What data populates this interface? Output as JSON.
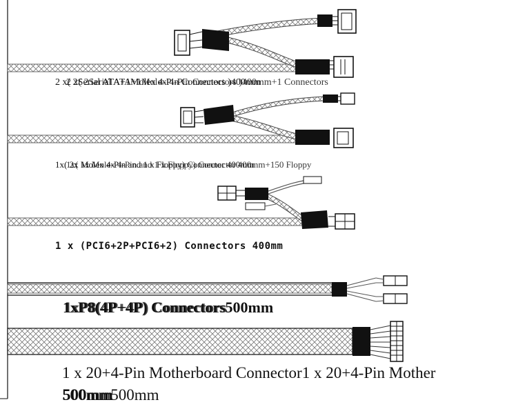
{
  "cables": [
    {
      "label": "2 x( 2Serial ATA+1Molex 4-Pin Connectors )400mm",
      "overprint": "2 x( 2Serial ATA+1Molex 4-Pin Connectors )400mm+1 Connectors"
    },
    {
      "label": "1x( 2x Molex 4-Pin and 1 x Floppy) Connector 400mm",
      "overprint": "1x( 1x Molex 4-Pin and 1 x Floppy) Connector 400mm+150 Floppy"
    },
    {
      "label": "1 x (PCI6+2P+PCI6+2) Connectors 400mm"
    },
    {
      "label": "1xP8(4P+4P) Connectors500mm",
      "overprint": "1xP8(4P+4P) Connectors"
    },
    {
      "label": "1 x 20+4-Pin Motherboard Connector1 x 20+4-Pin Mother",
      "sublabel": "500mm500mm",
      "sublabel_overprint": "500mm"
    }
  ]
}
